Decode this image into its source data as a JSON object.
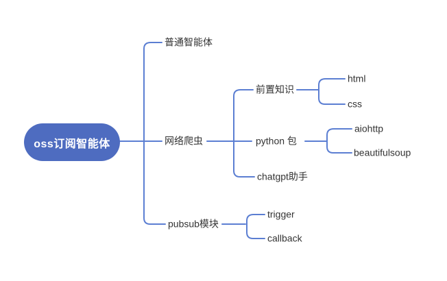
{
  "colors": {
    "root_fill": "#4e6cc0",
    "root_text": "#ffffff",
    "connector": "#5b7ed2",
    "label_text": "#333333",
    "canvas_bg": "#ffffff"
  },
  "mindmap": {
    "root": {
      "label": "oss订阅智能体"
    },
    "branches": [
      {
        "label": "普通智能体",
        "children": []
      },
      {
        "label": "网络爬虫",
        "children": [
          {
            "label": "前置知识",
            "children": [
              {
                "label": "html"
              },
              {
                "label": "css"
              }
            ]
          },
          {
            "label": "python 包",
            "children": [
              {
                "label": "aiohttp"
              },
              {
                "label": "beautifulsoup"
              }
            ]
          },
          {
            "label": "chatgpt助手",
            "children": []
          }
        ]
      },
      {
        "label": "pubsub模块",
        "children": [
          {
            "label": "trigger"
          },
          {
            "label": "callback"
          }
        ]
      }
    ]
  }
}
